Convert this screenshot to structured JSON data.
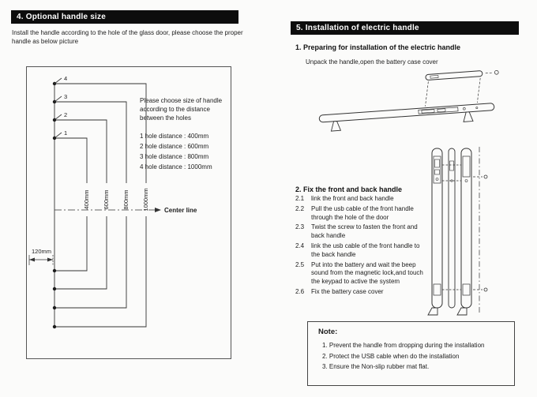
{
  "left": {
    "header": "4. Optional handle size",
    "intro": "Install the handle according to the hole of the glass door, please choose the proper handle as below picture",
    "diagram": {
      "note": "Please choose size of handle according to  the distance between the holes",
      "distances": [
        "1 hole distance : 400mm",
        "2 hole distance : 600mm",
        "3 hole distance : 800mm",
        "4 hole distance : 1000mm"
      ],
      "hole_labels": [
        "4",
        "3",
        "2",
        "1"
      ],
      "dims": [
        "400mm",
        "600mm",
        "800mm",
        "1000mm"
      ],
      "center_line": "Center line",
      "offset": "120mm"
    }
  },
  "right": {
    "header": "5. Installation of electric handle",
    "prep_title": "1. Preparing for installation of the electric handle",
    "prep_body": "Unpack the handle,open the battery case cover",
    "fix_title": "2. Fix the front and back handle",
    "steps": [
      {
        "num": "2.1",
        "text": "link the front and back handle"
      },
      {
        "num": "2.2",
        "text": "Pull the usb cable of the front handle through the hole of the door"
      },
      {
        "num": "2.3",
        "text": "Twist the screw to fasten the front and back handle"
      },
      {
        "num": "2.4",
        "text": "link the usb cable of the front handle to the back handle"
      },
      {
        "num": "2.5",
        "text": "Put into the battery and wait the beep sound from the magnetic lock,and touch the keypad to active the system"
      },
      {
        "num": "2.6",
        "text": "Fix the battery case cover"
      }
    ],
    "note_title": "Note:",
    "note_items": [
      "1. Prevent the handle from dropping during the installation",
      "2. Protect the USB cable when do the installation",
      "3. Ensure the Non-slip rubber mat flat."
    ]
  }
}
